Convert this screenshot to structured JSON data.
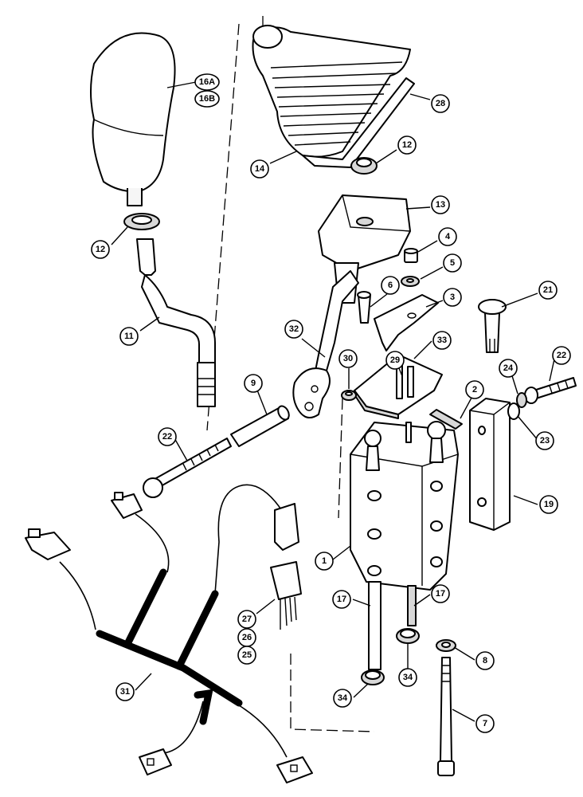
{
  "callouts": [
    {
      "id": "c1",
      "label": "1"
    },
    {
      "id": "c2",
      "label": "2"
    },
    {
      "id": "c3",
      "label": "3"
    },
    {
      "id": "c4",
      "label": "4"
    },
    {
      "id": "c5",
      "label": "5"
    },
    {
      "id": "c6",
      "label": "6"
    },
    {
      "id": "c7",
      "label": "7"
    },
    {
      "id": "c8",
      "label": "8"
    },
    {
      "id": "c9",
      "label": "9"
    },
    {
      "id": "c11",
      "label": "11"
    },
    {
      "id": "c12a",
      "label": "12"
    },
    {
      "id": "c12b",
      "label": "12"
    },
    {
      "id": "c13",
      "label": "13"
    },
    {
      "id": "c14",
      "label": "14"
    },
    {
      "id": "c16a",
      "label": "16A"
    },
    {
      "id": "c16b",
      "label": "16B"
    },
    {
      "id": "c17a",
      "label": "17"
    },
    {
      "id": "c17b",
      "label": "17"
    },
    {
      "id": "c19",
      "label": "19"
    },
    {
      "id": "c21",
      "label": "21"
    },
    {
      "id": "c22a",
      "label": "22"
    },
    {
      "id": "c22b",
      "label": "22"
    },
    {
      "id": "c23",
      "label": "23"
    },
    {
      "id": "c24",
      "label": "24"
    },
    {
      "id": "c25",
      "label": "25"
    },
    {
      "id": "c26",
      "label": "26"
    },
    {
      "id": "c27",
      "label": "27"
    },
    {
      "id": "c28",
      "label": "28"
    },
    {
      "id": "c29",
      "label": "29"
    },
    {
      "id": "c30",
      "label": "30"
    },
    {
      "id": "c31",
      "label": "31"
    },
    {
      "id": "c32",
      "label": "32"
    },
    {
      "id": "c33",
      "label": "33"
    },
    {
      "id": "c34a",
      "label": "34"
    },
    {
      "id": "c34b",
      "label": "34"
    }
  ]
}
